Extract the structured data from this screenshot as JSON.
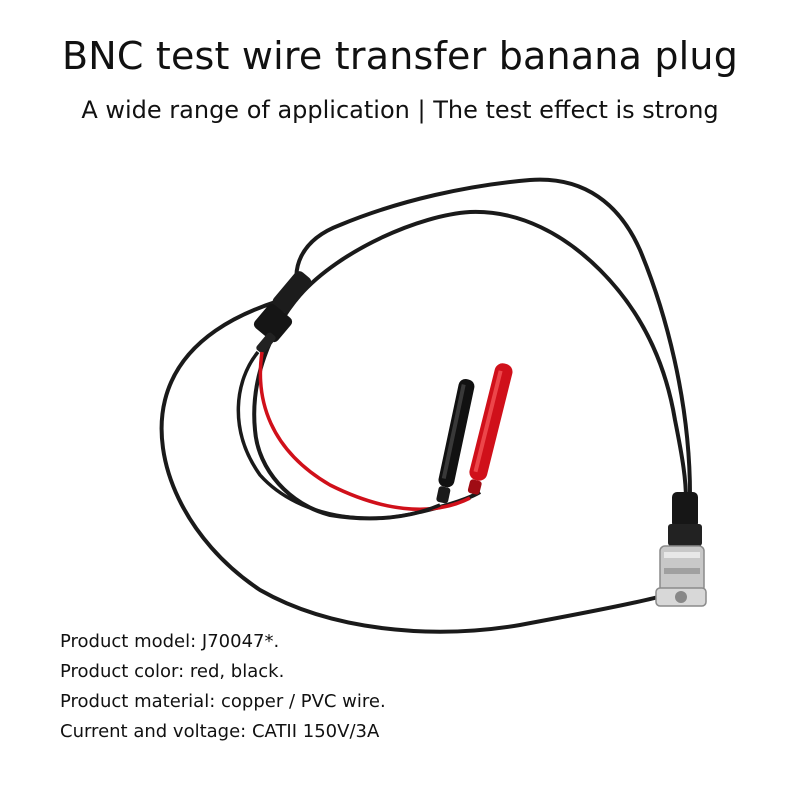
{
  "header": {
    "title": "BNC test wire transfer banana plug",
    "subtitle": "A wide range of application | The test effect is strong"
  },
  "specs": [
    "Product model: J70047*.",
    "Product color: red, black.",
    "Product material: copper / PVC wire.",
    "Current and voltage: CATII 150V/3A"
  ],
  "colors": {
    "cable": "#1a1a1a",
    "red_wire": "#d0101a",
    "connector_metal": "#c8c8c8"
  }
}
